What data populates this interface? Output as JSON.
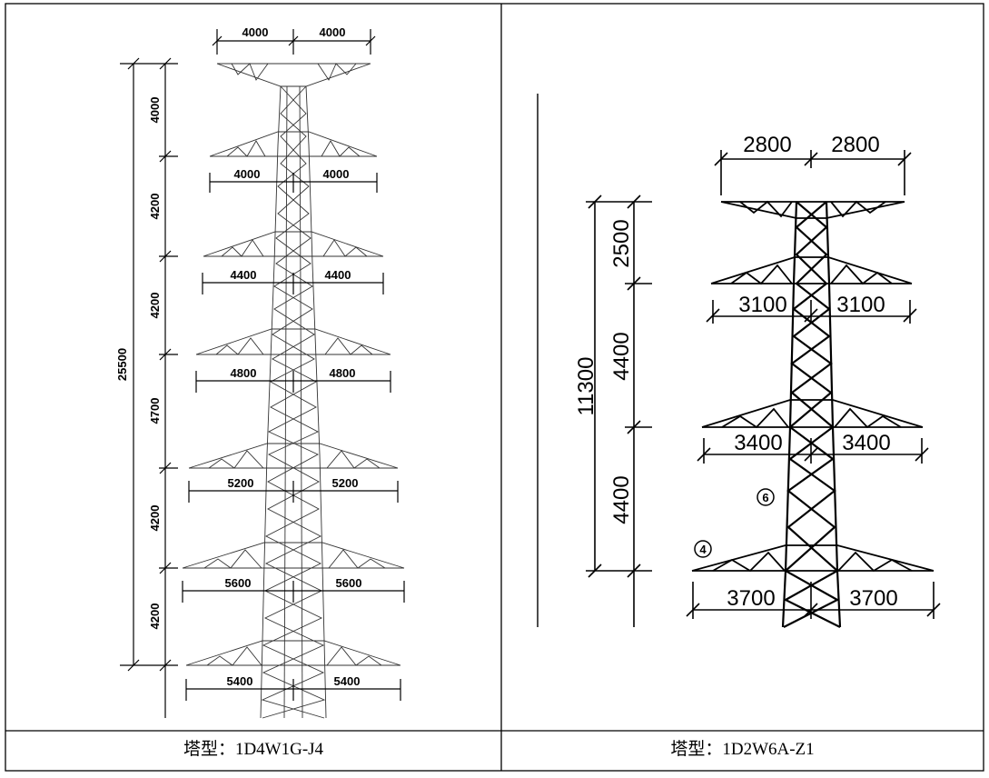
{
  "left": {
    "total": "25500",
    "verticals": [
      "4000",
      "4200",
      "4200",
      "4700",
      "4200",
      "4200"
    ],
    "arms": [
      {
        "l": "4000",
        "r": "4000"
      },
      {
        "l": "4000",
        "r": "4000"
      },
      {
        "l": "4400",
        "r": "4400"
      },
      {
        "l": "4800",
        "r": "4800"
      },
      {
        "l": "5200",
        "r": "5200"
      },
      {
        "l": "5600",
        "r": "5600"
      },
      {
        "l": "5400",
        "r": "5400"
      }
    ],
    "caption": "塔型：1D4W1G-J4"
  },
  "right": {
    "total": "11300",
    "verticals": [
      "2500",
      "4400",
      "4400"
    ],
    "arms": [
      {
        "l": "2800",
        "r": "2800"
      },
      {
        "l": "3100",
        "r": "3100"
      },
      {
        "l": "3400",
        "r": "3400"
      },
      {
        "l": "3700",
        "r": "3700"
      }
    ],
    "markers": [
      "6",
      "4"
    ],
    "caption": "塔型：1D2W6A-Z1"
  }
}
